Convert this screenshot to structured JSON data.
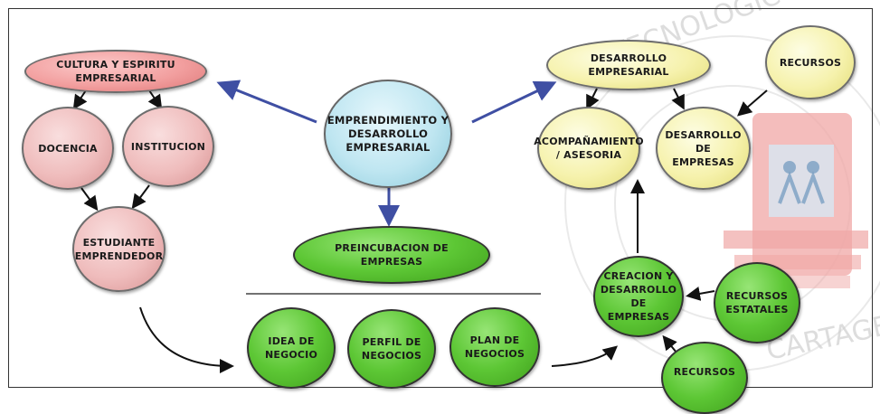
{
  "nodes": {
    "cultura": "CULTURA Y ESPIRITU\nEMPRESARIAL",
    "docencia": "DOCENCIA",
    "institucion": "INSTITUCION",
    "estudiante": "ESTUDIANTE\nEMPRENDEDOR",
    "emprendimiento": "EMPRENDIMIENTO Y\nDESARROLLO\nEMPRESARIAL",
    "preincubacion": "PREINCUBACION DE\nEMPRESAS",
    "idea": "IDEA DE\nNEGOCIO",
    "perfil": "PERFIL DE\nNEGOCIOS",
    "plan": "PLAN DE\nNEGOCIOS",
    "desarrollo_empresarial": "DESARROLLO\nEMPRESARIAL",
    "recursos": "RECURSOS",
    "acompanamiento": "ACOMPAÑAMIENTO\n/ ASESORIA",
    "desarrollo_empresas": "DESARROLLO DE\nEMPRESAS",
    "creacion": "CREACION Y\nDESARROLLO DE\nEMPRESAS",
    "recursos_estatales": "RECURSOS\nESTATALES",
    "recursos_bottom": "RECURSOS"
  },
  "watermark": {
    "text_top": "TECNOLOGICO",
    "text_bottom": "CARTAGENA",
    "color": "#e0a0a0",
    "shield_color": "#e5322d"
  },
  "colors": {
    "arrow_blue": "#3f4fa3",
    "arrow_black": "#111111",
    "green": "#5dc735",
    "pink": "#efbcbc",
    "yellow": "#f6f2ad",
    "blue": "#bfe6f1"
  }
}
